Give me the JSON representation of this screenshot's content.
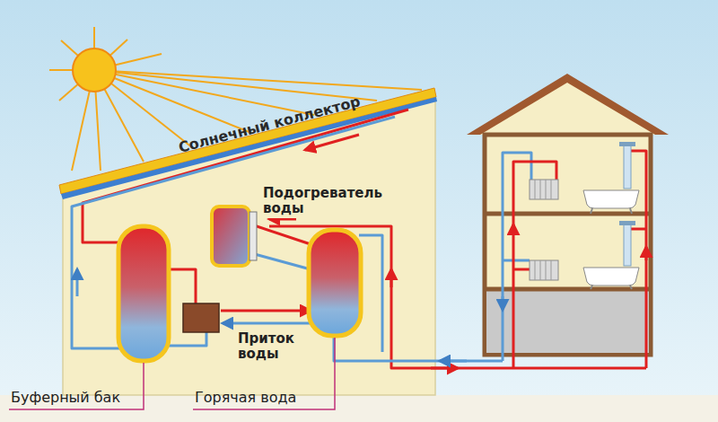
{
  "diagram": {
    "nodes": [
      {
        "text": [
          "Солнечный коллектор"
        ]
      }
    ],
    "labels": [
      "Подогреватель воды",
      "Приток воды",
      "Буферный бак",
      "Горячая вода"
    ]
  }
}
